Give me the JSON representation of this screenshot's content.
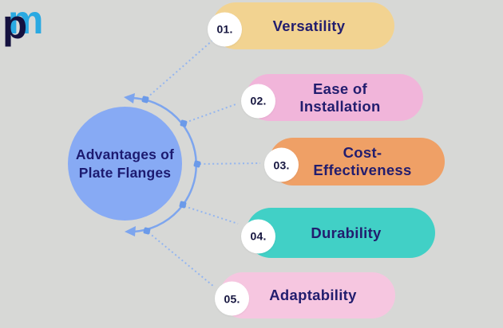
{
  "logo": {
    "letter_p": "p",
    "letter_m": "m"
  },
  "center_circle": {
    "line1": "Advantages of",
    "line2": "Plate Flanges"
  },
  "items": [
    {
      "number": "01.",
      "line1": "Versatility",
      "line2": "",
      "bg": "#f2d391"
    },
    {
      "number": "02.",
      "line1": "Ease of",
      "line2": "Installation",
      "bg": "#f1b5da"
    },
    {
      "number": "03.",
      "line1": "Cost-",
      "line2": "Effectiveness",
      "bg": "#efa066"
    },
    {
      "number": "04.",
      "line1": "Durability",
      "line2": "",
      "bg": "#41d0c6"
    },
    {
      "number": "05.",
      "line1": "Adaptability",
      "line2": "",
      "bg": "#f6c6e0"
    }
  ],
  "colors": {
    "background": "#d7d8d6",
    "circle_fill": "#87aaf4",
    "arc_stroke": "#7da5ee",
    "dotted_line": "#93b5f0",
    "node_fill": "#6b9ae9",
    "pill_text": "#221d6e",
    "number_text": "#15153f",
    "center_text": "#1c1a70",
    "logo_p": "#14113f",
    "logo_m": "#2aa9e2"
  }
}
